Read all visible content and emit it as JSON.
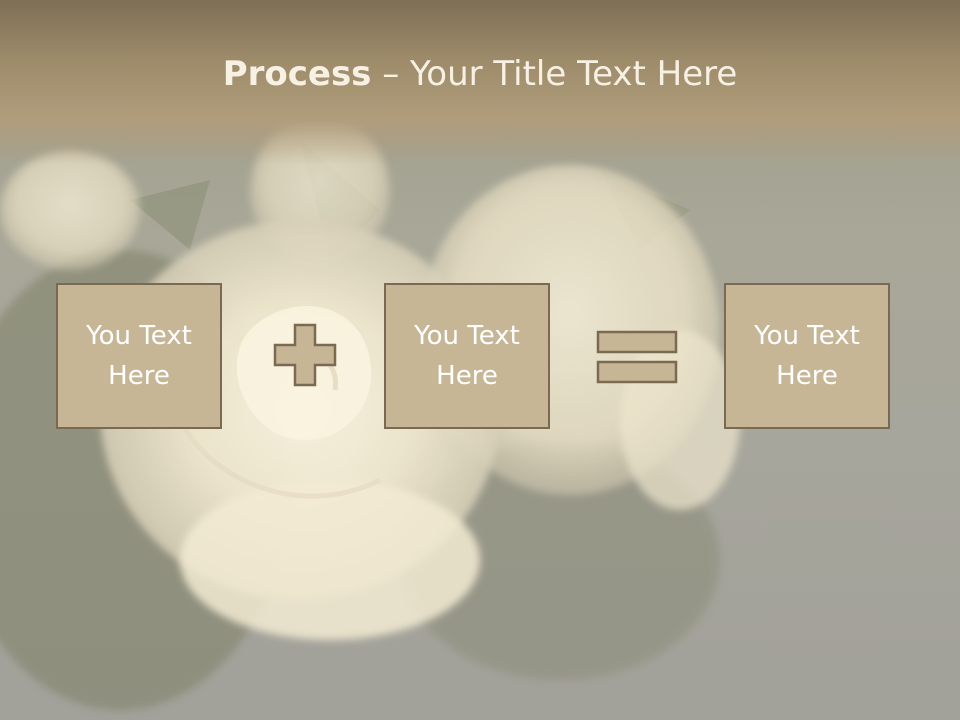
{
  "slide": {
    "title_strong": "Process",
    "title_rest": " – Your Title Text Here",
    "boxes": [
      {
        "label": "You Text\nHere"
      },
      {
        "label": "You Text\nHere"
      },
      {
        "label": "You Text\nHere"
      }
    ],
    "operators": [
      "plus-icon",
      "equals-icon"
    ],
    "colors": {
      "header": "#9c8a69",
      "box_fill": "#c7b695",
      "box_border": "#7a6a52",
      "title_text": "#f7f1e4",
      "box_text": "#ffffff"
    }
  }
}
